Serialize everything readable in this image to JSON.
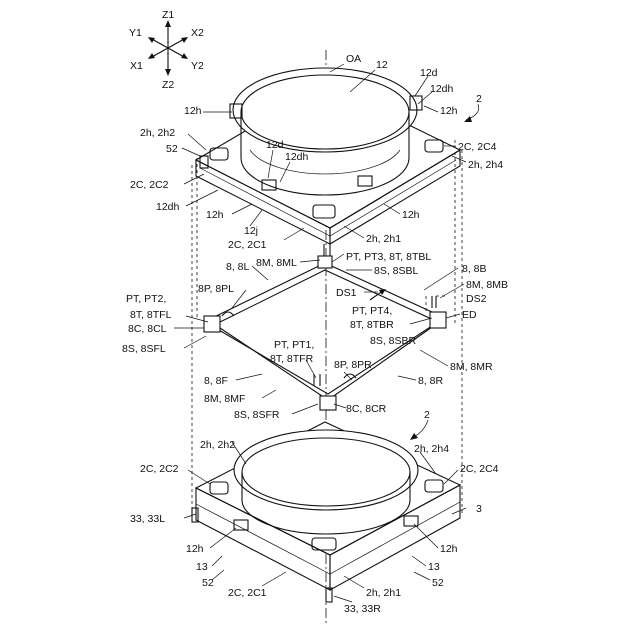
{
  "axes": {
    "z1": "Z1",
    "z2": "Z2",
    "x1": "X1",
    "x2": "X2",
    "y1": "Y1",
    "y2": "Y2"
  },
  "labels": {
    "oa": "OA",
    "top_12": "12",
    "top_12d_right": "12d",
    "top_12dh_right": "12dh",
    "top_12h_left": "12h",
    "top_12h_right": "12h",
    "ref_2_top": "2",
    "top_2h_2h2": "2h, 2h2",
    "top_52": "52",
    "top_2c_2c4": "2C, 2C4",
    "top_2h_2h4": "2h, 2h4",
    "top_12d_mid": "12d",
    "top_12dh_mid": "12dh",
    "top_2c_2c2": "2C, 2C2",
    "top_12dh_left": "12dh",
    "top_12h_bl": "12h",
    "top_12h_br": "12h",
    "top_12j": "12j",
    "top_2c_2c1": "2C, 2C1",
    "top_2h_2h1": "2h, 2h1",
    "m_8_8l": "8, 8L",
    "m_8m_8ml": "8M, 8ML",
    "m_pt_pt3": "PT, PT3, 8T, 8TBL",
    "m_8s_8sbl": "8S, 8SBL",
    "m_8_8b": "8, 8B",
    "m_ds1": "DS1",
    "m_8m_8mb": "8M, 8MB",
    "m_ds2": "DS2",
    "m_8p_8pl": "8P, 8PL",
    "m_pt_pt2": "PT, PT2,",
    "m_8t_8tfl": "8T, 8TFL",
    "m_8c_8cl": "8C, 8CL",
    "m_8s_8sfl": "8S, 8SFL",
    "m_pt_pt4": "PT, PT4,",
    "m_8t_8tbr": "8T, 8TBR",
    "m_ed": "ED",
    "m_8s_8sbr": "8S, 8SBR",
    "m_pt_pt1": "PT, PT1,",
    "m_8t_8tfr": "8T, 8TFR",
    "m_8m_8mr": "8M, 8MR",
    "m_8p_8pr": "8P, 8PR",
    "m_8_8f": "8, 8F",
    "m_8_8r": "8, 8R",
    "m_8m_8mf": "8M, 8MF",
    "m_8s_8sfr": "8S, 8SFR",
    "m_8c_8cr": "8C, 8CR",
    "ref_2_bot": "2",
    "b_2h_2h2": "2h, 2h2",
    "b_2h_2h4": "2h, 2h4",
    "b_2c_2c2": "2C, 2C2",
    "b_2c_2c4": "2C, 2C4",
    "b_3": "3",
    "b_33_33l": "33, 33L",
    "b_12h_left": "12h",
    "b_12h_right": "12h",
    "b_13_left": "13",
    "b_13_right": "13",
    "b_52_left": "52",
    "b_52_right": "52",
    "b_2c_2c1": "2C, 2C1",
    "b_2h_2h1": "2h, 2h1",
    "b_33_33r": "33, 33R"
  }
}
